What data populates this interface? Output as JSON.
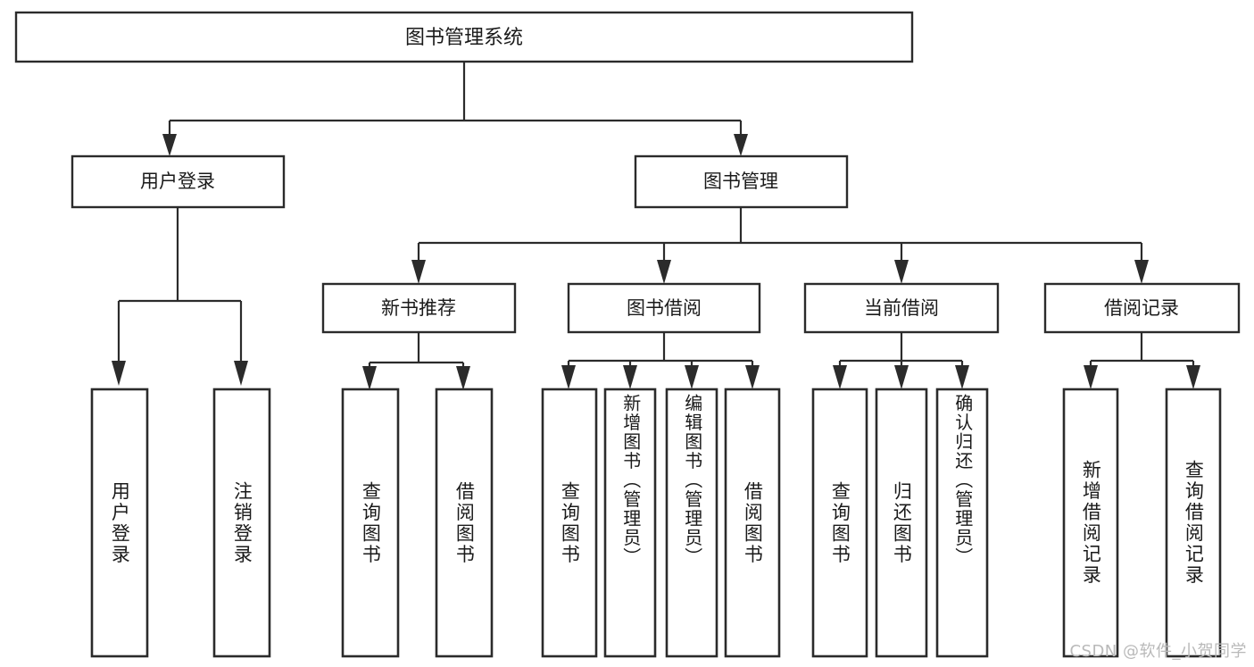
{
  "diagram": {
    "type": "hierarchy-tree",
    "title": "图书管理系统",
    "watermark": "CSDN @软件_小贺同学",
    "colors": {
      "background": "#ffffff",
      "stroke": "#2b2b2b",
      "text": "#1a1a1a",
      "watermark": "#b9b9b9"
    },
    "levels": [
      {
        "level": 0,
        "nodes": [
          {
            "id": "root",
            "label": "图书管理系统",
            "orientation": "horizontal"
          }
        ]
      },
      {
        "level": 1,
        "nodes": [
          {
            "id": "user-login",
            "label": "用户登录",
            "orientation": "horizontal",
            "parent": "root"
          },
          {
            "id": "book-manage",
            "label": "图书管理",
            "orientation": "horizontal",
            "parent": "root"
          }
        ]
      },
      {
        "level": 2,
        "nodes": [
          {
            "id": "new-book-rec",
            "label": "新书推荐",
            "orientation": "horizontal",
            "parent": "book-manage"
          },
          {
            "id": "book-borrow",
            "label": "图书借阅",
            "orientation": "horizontal",
            "parent": "book-manage"
          },
          {
            "id": "current-borrow",
            "label": "当前借阅",
            "orientation": "horizontal",
            "parent": "book-manage"
          },
          {
            "id": "borrow-record",
            "label": "借阅记录",
            "orientation": "horizontal",
            "parent": "book-manage"
          }
        ]
      },
      {
        "level": 3,
        "nodes": [
          {
            "id": "leaf-user-login",
            "label": "用户登录",
            "orientation": "vertical",
            "parent": "user-login"
          },
          {
            "id": "leaf-user-logout",
            "label": "注销登录",
            "orientation": "vertical",
            "parent": "user-login"
          },
          {
            "id": "leaf-query-book-1",
            "label": "查询图书",
            "orientation": "vertical",
            "parent": "new-book-rec"
          },
          {
            "id": "leaf-borrow-book-1",
            "label": "借阅图书",
            "orientation": "vertical",
            "parent": "new-book-rec"
          },
          {
            "id": "leaf-query-book-2",
            "label": "查询图书",
            "orientation": "vertical",
            "parent": "book-borrow"
          },
          {
            "id": "leaf-add-book",
            "label": "新增图书（管理员）",
            "orientation": "vertical",
            "parent": "book-borrow"
          },
          {
            "id": "leaf-edit-book",
            "label": "编辑图书（管理员）",
            "orientation": "vertical",
            "parent": "book-borrow"
          },
          {
            "id": "leaf-borrow-book-2",
            "label": "借阅图书",
            "orientation": "vertical",
            "parent": "book-borrow"
          },
          {
            "id": "leaf-query-book-3",
            "label": "查询图书",
            "orientation": "vertical",
            "parent": "current-borrow"
          },
          {
            "id": "leaf-return-book",
            "label": "归还图书",
            "orientation": "vertical",
            "parent": "current-borrow"
          },
          {
            "id": "leaf-confirm-return",
            "label": "确认归还（管理员）",
            "orientation": "vertical",
            "parent": "current-borrow"
          },
          {
            "id": "leaf-add-record",
            "label": "新增借阅记录",
            "orientation": "vertical",
            "parent": "borrow-record"
          },
          {
            "id": "leaf-query-record",
            "label": "查询借阅记录",
            "orientation": "vertical",
            "parent": "borrow-record"
          }
        ]
      }
    ]
  }
}
